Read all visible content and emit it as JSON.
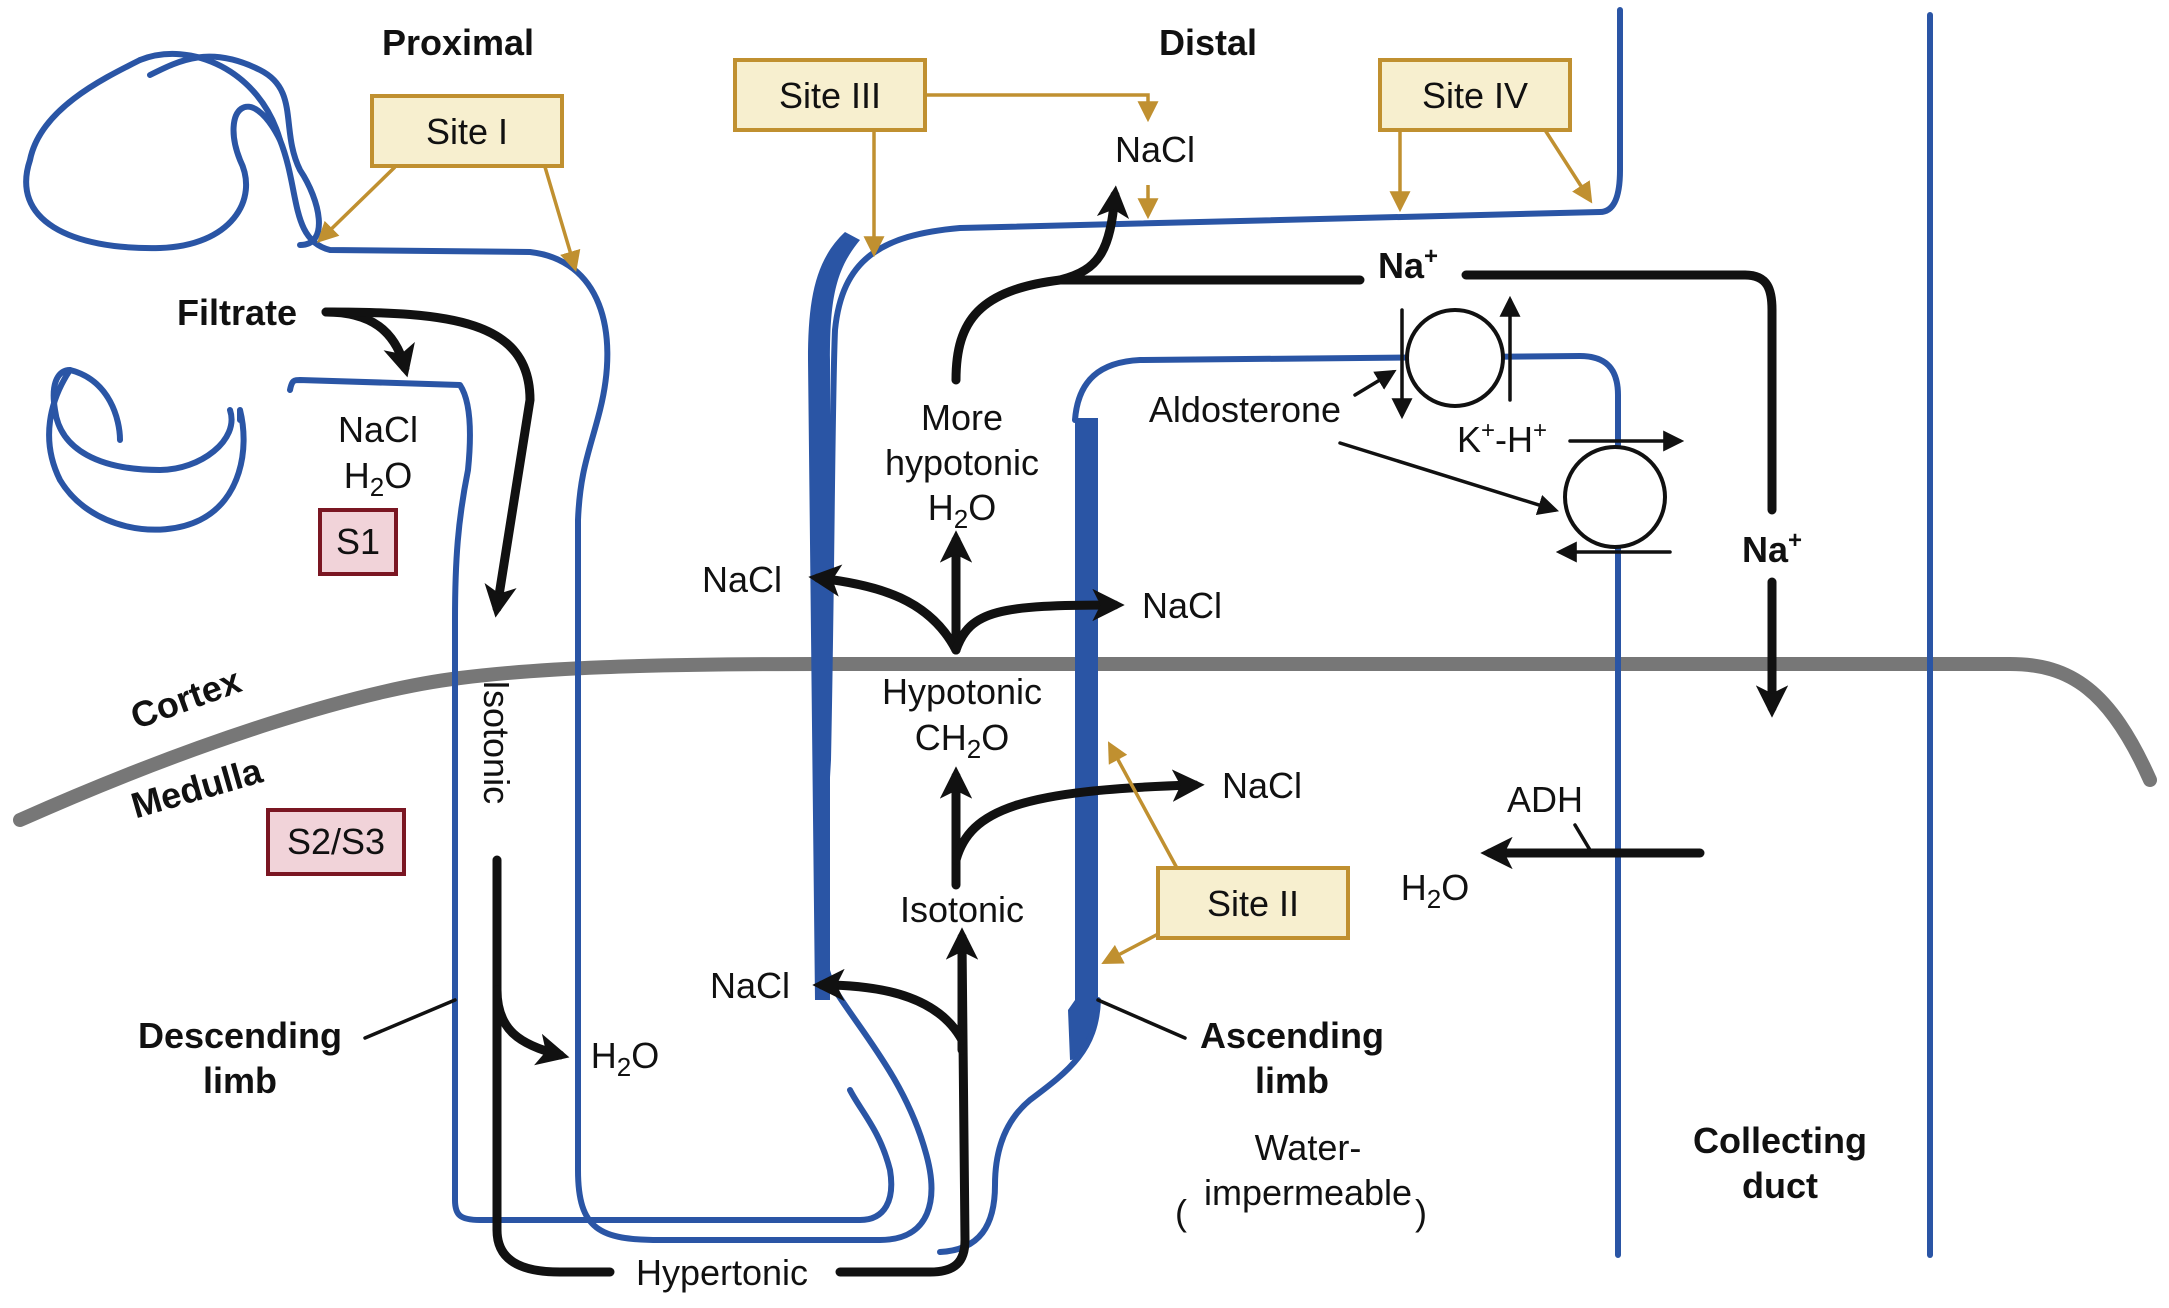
{
  "regions": {
    "proximal": "Proximal",
    "distal": "Distal",
    "cortex": "Cortex",
    "medulla": "Medulla"
  },
  "sites": {
    "site1": "Site I",
    "site2": "Site II",
    "site3": "Site III",
    "site4": "Site IV"
  },
  "segments": {
    "s1": "S1",
    "s2s3": "S2/S3"
  },
  "labels": {
    "filtrate": "Filtrate",
    "nacl": "NaCl",
    "h2o_base": "H",
    "h2o_sub": "2",
    "h2o_end": "O",
    "isotonic": "Isotonic",
    "hypertonic": "Hypertonic",
    "more": "More",
    "hypotonic": "hypotonic",
    "hypotonic_cap": "Hypotonic",
    "ch2o_a": "CH",
    "ch2o_sub": "2",
    "ch2o_b": "O",
    "na": "Na",
    "plus": "+",
    "aldosterone": "Aldosterone",
    "k": "K",
    "h": "H",
    "kh_sep": "-",
    "adh": "ADH",
    "descending1": "Descending",
    "descending2": "limb",
    "ascending1": "Ascending",
    "ascending2": "limb",
    "water1": "Water-",
    "water2": "impermeable",
    "collecting1": "Collecting",
    "collecting2": "duct"
  },
  "colors": {
    "tubule": "#2a55a5",
    "site_border": "#c09030",
    "site_fill": "#f7efcf",
    "segment_border": "#7a1622",
    "segment_fill": "#f1d3d9",
    "boundary": "#777777"
  }
}
